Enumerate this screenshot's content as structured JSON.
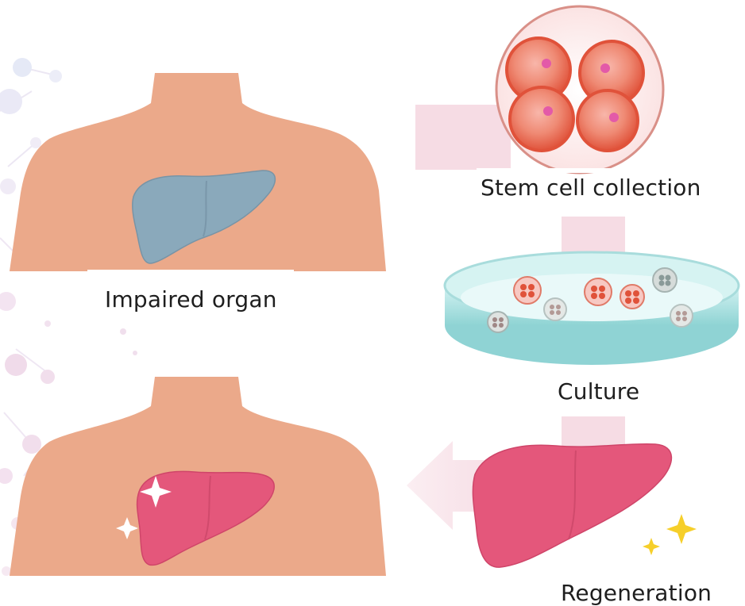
{
  "labels": {
    "stem_cell_collection": "Stem cell collection",
    "impaired_organ": "Impaired organ",
    "culture": "Culture",
    "regeneration": "Regeneration"
  },
  "colors": {
    "skin": "#eba98a",
    "liver_impaired": "#8aa9bb",
    "liver_healthy": "#e4577b",
    "arrow_pink": "#f6dce4",
    "cell_red": "#e0523a",
    "dish_teal": "#a3dede",
    "sparkle_gold": "#f6cf2a",
    "molecule_purple": "#d8cdea"
  },
  "icons": [
    "body-torso-icon",
    "liver-icon",
    "sparkle-icon",
    "cell-cluster-icon",
    "petri-dish-icon",
    "arrow-left-icon"
  ]
}
